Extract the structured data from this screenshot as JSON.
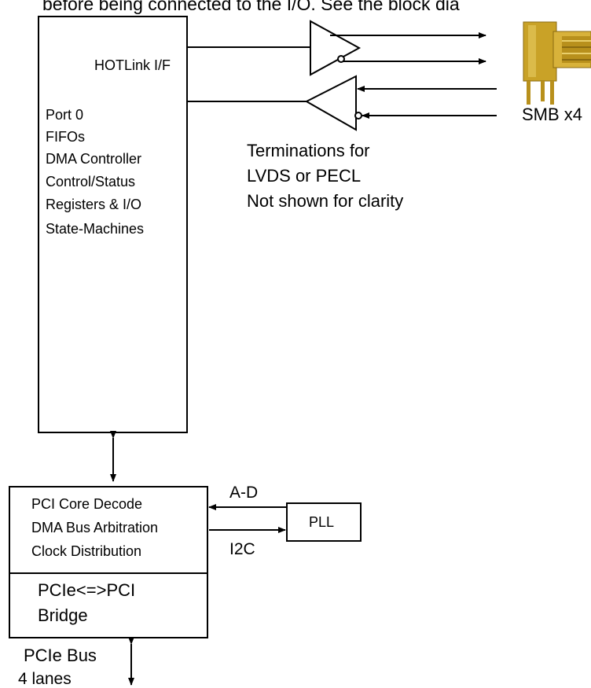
{
  "caption_fragment": "before being connected to the I/O. See the block dia",
  "fpga_block": {
    "interface_label": "HOTLink I/F",
    "items": [
      "Port 0",
      "FIFOs",
      "DMA Controller",
      "Control/Status",
      "Registers & I/O",
      "State-Machines"
    ]
  },
  "bridge_block": {
    "items": [
      "PCI Core Decode",
      "DMA Bus Arbitration",
      "Clock Distribution"
    ],
    "bridge_line1": "PCIe<=>PCI",
    "bridge_line2": "Bridge"
  },
  "pll": {
    "label": "PLL"
  },
  "links": {
    "a_d": "A-D",
    "i2c": "I2C"
  },
  "connector": {
    "label": "SMB x4",
    "color": "#c9a227"
  },
  "terminations": [
    "Terminations for",
    "LVDS or PECL",
    "Not shown for clarity"
  ],
  "pcie_bus": {
    "line1": "PCIe Bus",
    "line2": "4 lanes"
  }
}
